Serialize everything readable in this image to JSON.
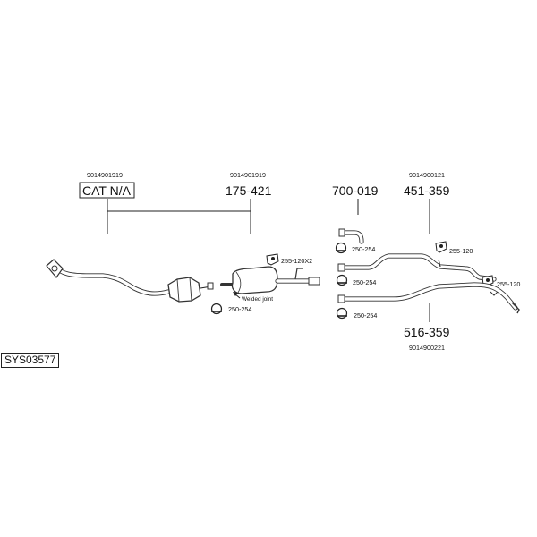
{
  "system_code": "SYS03577",
  "parts": {
    "cat": {
      "label": "CAT N/A",
      "oem": "9014901919"
    },
    "p175": {
      "label": "175-421",
      "oem": "9014901919"
    },
    "p700": {
      "label": "700-019"
    },
    "p451": {
      "label": "451-359",
      "oem": "9014900121"
    },
    "p516": {
      "label": "516-359",
      "oem": "9014900221"
    }
  },
  "accessories": {
    "hanger_x2": "255-120X2",
    "clamp_a": "250-254",
    "welded": "Welded joint",
    "clamp_b": "250-254",
    "hanger_b": "255-120",
    "clamp_c": "250-254",
    "hanger_c": "255-120",
    "clamp_d": "250-254"
  }
}
